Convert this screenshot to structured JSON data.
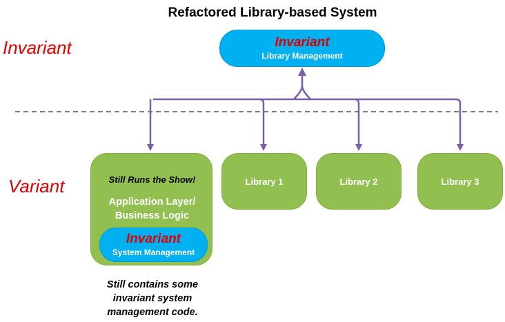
{
  "title": "Refactored Library-based System",
  "labels": {
    "invariant_side": "Invariant",
    "variant_side": "Variant"
  },
  "top_box": {
    "heading": "Invariant",
    "subtitle": "Library Management"
  },
  "app_box": {
    "tagline": "Still Runs the Show!",
    "layer_line1": "Application Layer/",
    "layer_line2": "Business Logic",
    "inner_heading": "Invariant",
    "inner_subtitle": "System Management"
  },
  "libraries": [
    "Library 1",
    "Library 2",
    "Library 3"
  ],
  "note": {
    "line1": "Still contains some",
    "line2": "invariant system",
    "line3": "management code."
  },
  "colors": {
    "invariant_text": "#e00000",
    "blue_box": "#00b0f0",
    "green_box": "#92c050",
    "connector": "#7b5ea7"
  }
}
